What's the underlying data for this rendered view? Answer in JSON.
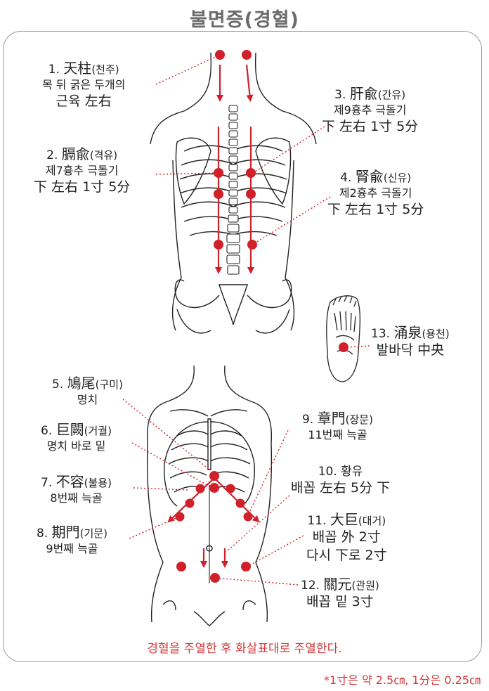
{
  "title": "불면증(경혈)",
  "points": [
    {
      "num": "1.",
      "hanja": "天柱",
      "kor": "(천주)",
      "lines": [
        "목 뒤 굵은 두개의",
        "근육 左右"
      ]
    },
    {
      "num": "2.",
      "hanja": "膈兪",
      "kor": "(격유)",
      "lines": [
        "제7흉추 극돌기",
        "下 左右 1寸 5分"
      ]
    },
    {
      "num": "3.",
      "hanja": "肝兪",
      "kor": "(간유)",
      "lines": [
        "제9흉추 극돌기",
        "下 左右 1寸 5分"
      ]
    },
    {
      "num": "4.",
      "hanja": "腎兪",
      "kor": "(신유)",
      "lines": [
        "제2흉추 극돌기",
        "下 左右 1寸 5分"
      ]
    },
    {
      "num": "5.",
      "hanja": "鳩尾",
      "kor": "(구미)",
      "lines": [
        "명치"
      ]
    },
    {
      "num": "6.",
      "hanja": "巨闕",
      "kor": "(거궐)",
      "lines": [
        "명치 바로 밑"
      ]
    },
    {
      "num": "7.",
      "hanja": "不容",
      "kor": "(불용)",
      "lines": [
        "8번째 늑골"
      ]
    },
    {
      "num": "8.",
      "hanja": "期門",
      "kor": "(기문)",
      "lines": [
        "9번째 늑골"
      ]
    },
    {
      "num": "9.",
      "hanja": "章門",
      "kor": "(장문)",
      "lines": [
        "11번째 늑골"
      ]
    },
    {
      "num": "10.",
      "hanja": "",
      "kor": "황유",
      "lines": [
        "배꼽 左右 5分 下"
      ]
    },
    {
      "num": "11.",
      "hanja": "大巨",
      "kor": "(대거)",
      "lines": [
        "배꼽 外 2寸",
        "다시 下로 2寸"
      ]
    },
    {
      "num": "12.",
      "hanja": "關元",
      "kor": "(관원)",
      "lines": [
        "배꼽 밑 3寸"
      ]
    },
    {
      "num": "13.",
      "hanja": "涌泉",
      "kor": "(용천)",
      "lines": [
        "발바닥 中央"
      ]
    }
  ],
  "footer": "경혈을 주열한 후 화살표대로 주열한다.",
  "note": "*1寸은 약 2.5㎝, 1分은 0.25㎝",
  "colors": {
    "point": "#d0202a",
    "leader": "#d0202a",
    "title": "#6b6b6b",
    "footer": "#d23a3a"
  }
}
